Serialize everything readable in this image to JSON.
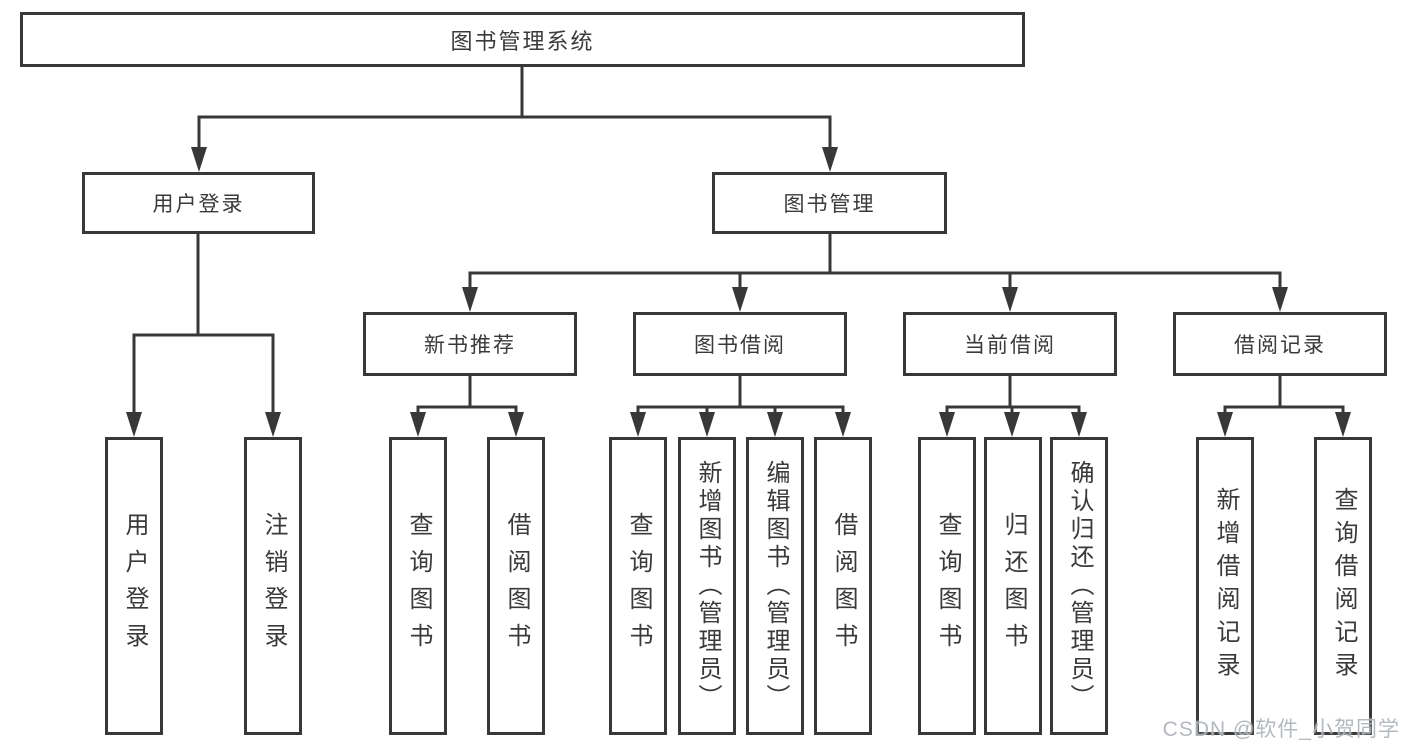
{
  "diagram": {
    "root": "图书管理系统",
    "branches": [
      {
        "label": "用户登录",
        "children": [
          "用户登录",
          "注销登录"
        ]
      },
      {
        "label": "图书管理",
        "sections": [
          {
            "label": "新书推荐",
            "children": [
              "查询图书",
              "借阅图书"
            ]
          },
          {
            "label": "图书借阅",
            "children": [
              "查询图书",
              "新增图书（管理员）",
              "编辑图书（管理员）",
              "借阅图书"
            ]
          },
          {
            "label": "当前借阅",
            "children": [
              "查询图书",
              "归还图书",
              "确认归还（管理员）"
            ]
          },
          {
            "label": "借阅记录",
            "children": [
              "新增借阅记录",
              "查询借阅记录"
            ]
          }
        ]
      }
    ]
  },
  "watermark": "CSDN @软件_小贺同学",
  "colors": {
    "line": "#383838",
    "text": "#3a3a3a",
    "watermark": "#aeb4ba"
  }
}
